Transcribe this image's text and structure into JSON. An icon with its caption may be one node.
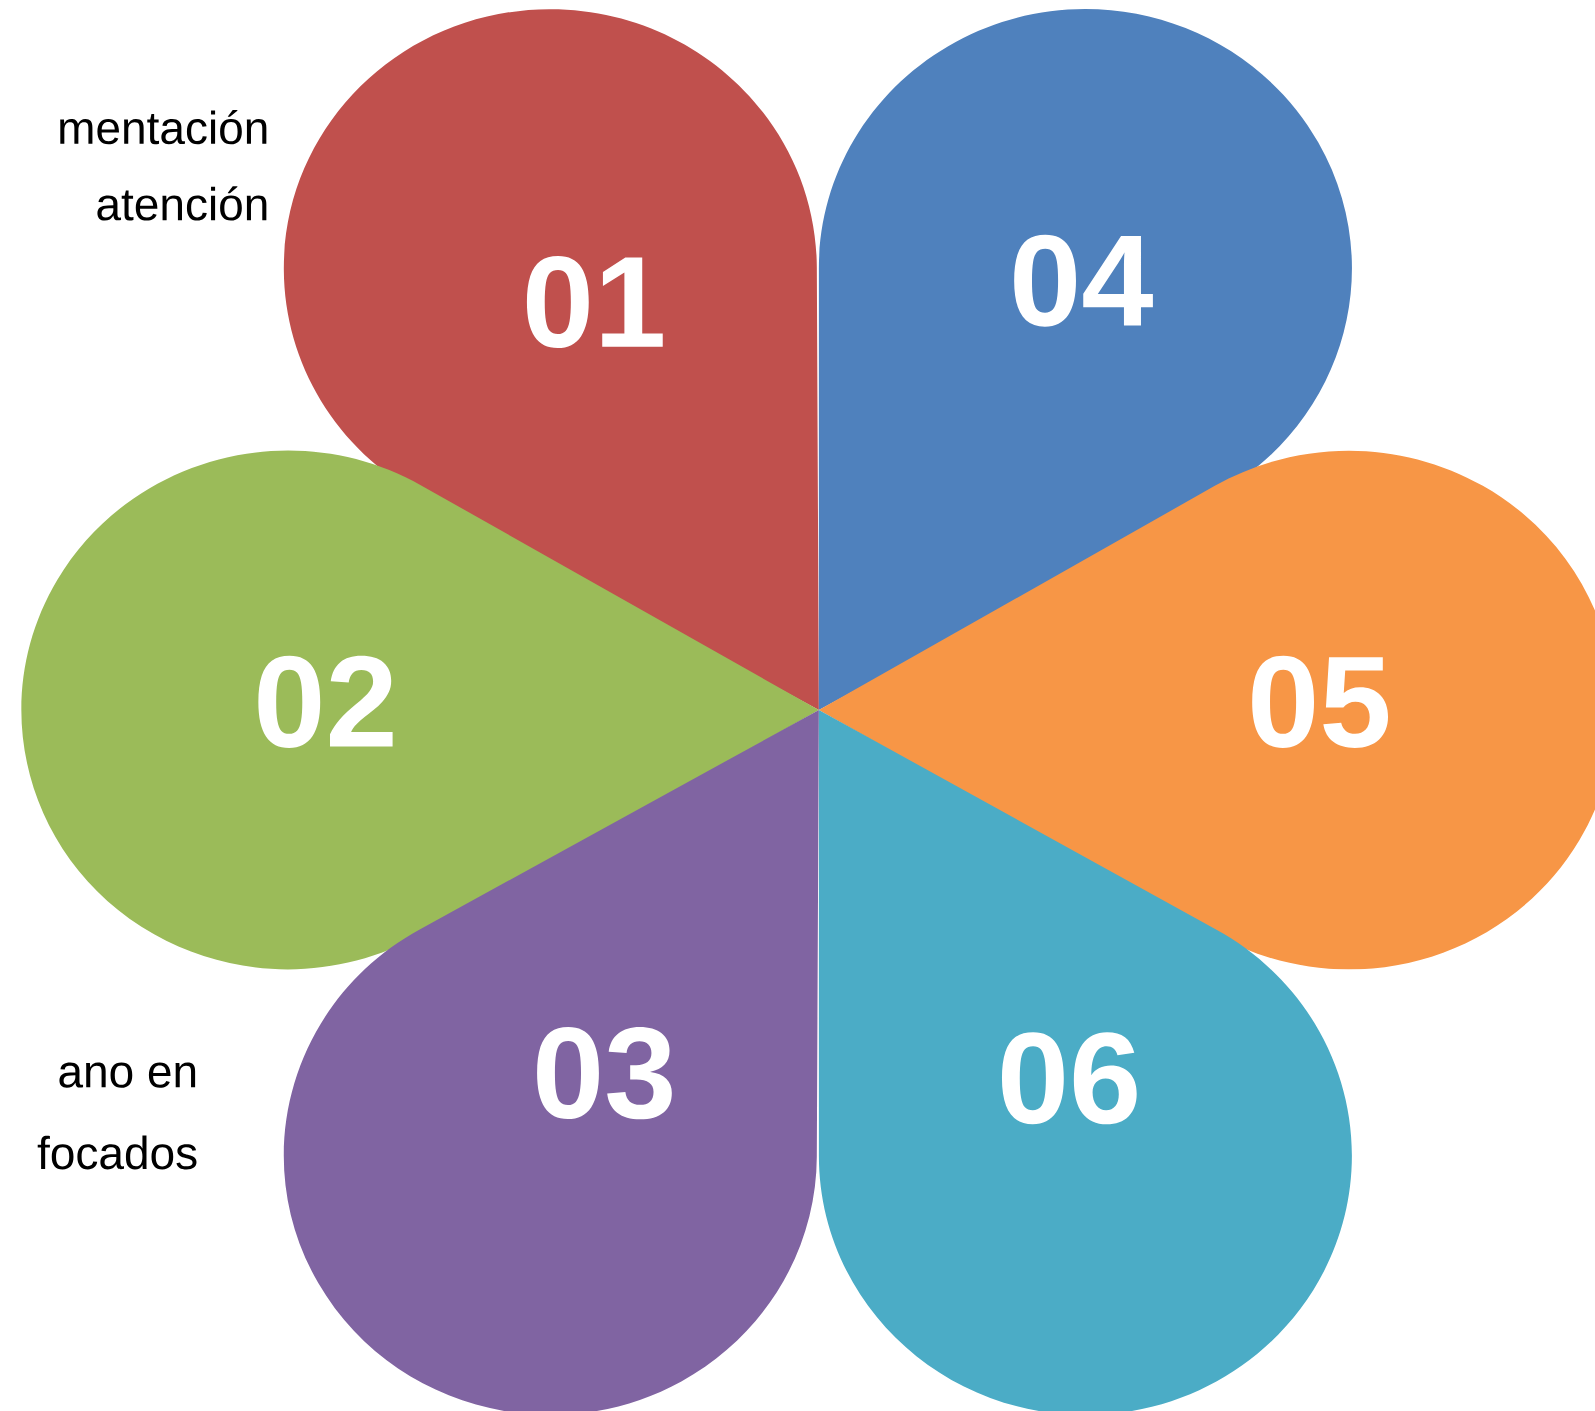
{
  "diagram": {
    "nodes": [
      {
        "text": [
          "01"
        ]
      },
      {
        "text": [
          "02"
        ]
      },
      {
        "text": [
          "03"
        ]
      },
      {
        "text": [
          "04"
        ]
      },
      {
        "text": [
          "05"
        ]
      },
      {
        "text": [
          "06"
        ]
      }
    ],
    "labels": [
      "mentación",
      "atención",
      "ano en",
      "focados"
    ]
  }
}
